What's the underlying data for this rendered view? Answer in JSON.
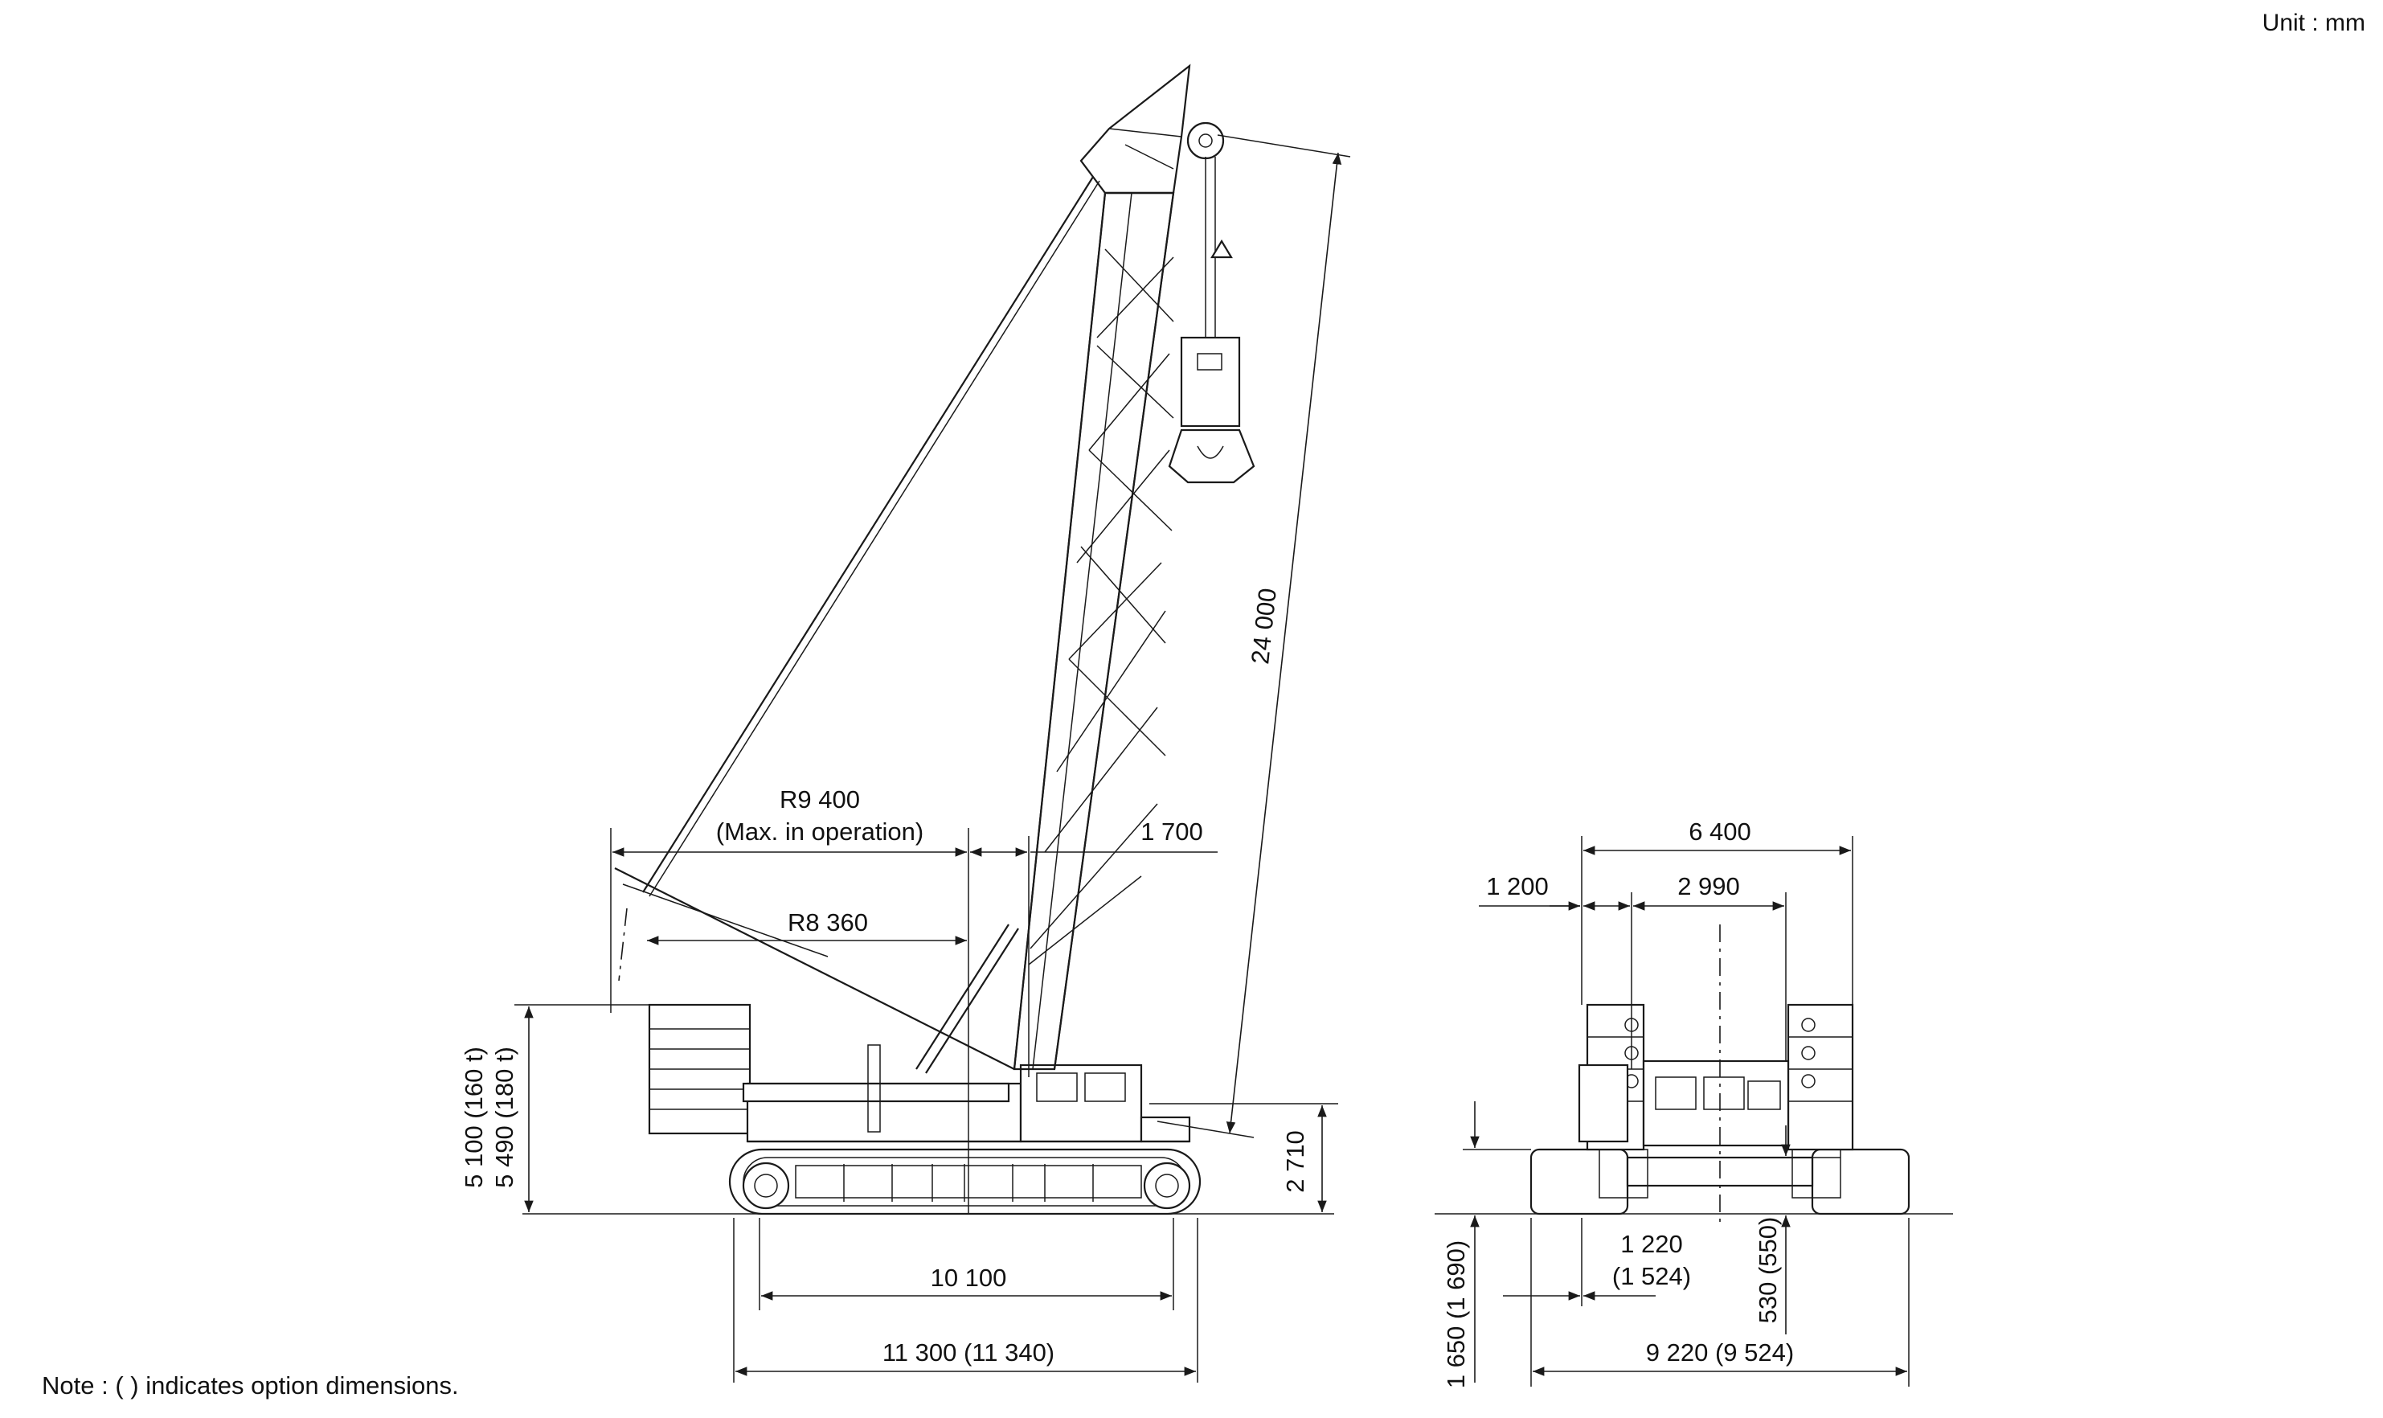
{
  "unit_label": "Unit : mm",
  "note": "Note : (      ) indicates option dimensions.",
  "side_view": {
    "boom_length": "24 000",
    "radius_max": "R9 400",
    "radius_max_note": "(Max. in operation)",
    "radius_tail": "R8 360",
    "offset": "1 700",
    "counterweight_height_a": "5 100 (160 t)",
    "counterweight_height_b": "5 490 (180 t)",
    "cab_height": "2 710",
    "tumbler_distance": "10 100",
    "crawler_length": "11 300 (11 340)"
  },
  "front_view": {
    "overall_width_upper": "6 400",
    "left_offset": "1 200",
    "upper_width": "2 990",
    "shoe_offset": "1 220",
    "shoe_offset_option": "(1 524)",
    "ground_clearance": "530 (550)",
    "crawler_height": "1 650 (1 690)",
    "overall_width": "9 220 (9 524)"
  }
}
